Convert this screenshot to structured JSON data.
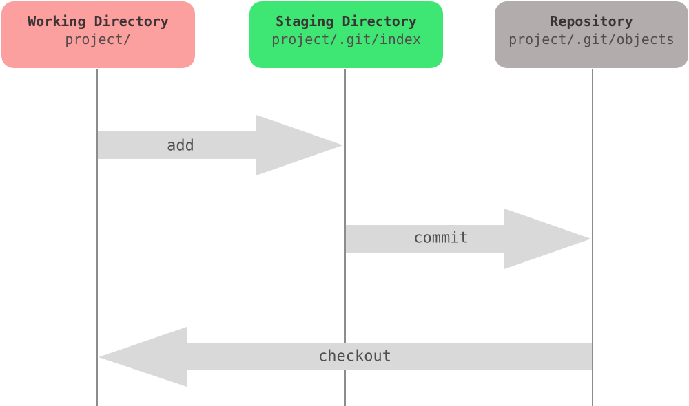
{
  "diagram": {
    "nodes": [
      {
        "id": "working-directory",
        "title": "Working Directory",
        "subtitle": "project/",
        "color": "#fb9f9f"
      },
      {
        "id": "staging-directory",
        "title": "Staging Directory",
        "subtitle": "project/.git/index",
        "color": "#3ee673"
      },
      {
        "id": "repository",
        "title": "Repository",
        "subtitle": "project/.git/objects",
        "color": "#b3acac"
      }
    ],
    "arrows": [
      {
        "label": "add",
        "from": "working-directory",
        "to": "staging-directory",
        "direction": "right"
      },
      {
        "label": "commit",
        "from": "staging-directory",
        "to": "repository",
        "direction": "right"
      },
      {
        "label": "checkout",
        "from": "repository",
        "to": "working-directory",
        "direction": "left"
      }
    ],
    "colors": {
      "arrow_fill": "#d9d9d9",
      "lifeline": "#8c8c8c",
      "title_text": "#3b3334",
      "subtitle_text": "#554c4d",
      "label_text": "#4f4f4f"
    }
  }
}
